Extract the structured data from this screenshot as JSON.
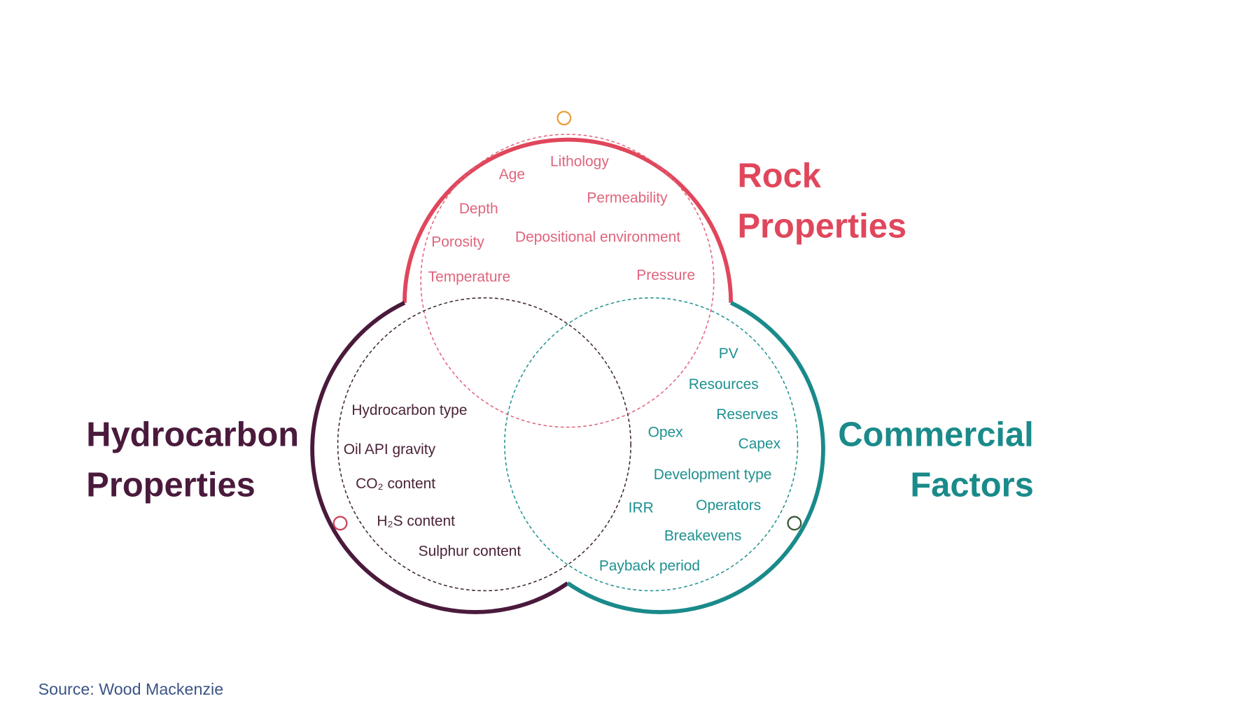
{
  "colors": {
    "rock": "#e0475c",
    "hydrocarbon": "#4a1a3c",
    "commercial": "#1a8a8a",
    "source": "#3b5485"
  },
  "rock": {
    "title_line1": "Rock",
    "title_line2": "Properties",
    "items": [
      "Lithology",
      "Age",
      "Permeability",
      "Depth",
      "Porosity",
      "Depositional environment",
      "Temperature",
      "Pressure"
    ]
  },
  "hydrocarbon": {
    "title_line1": "Hydrocarbon",
    "title_line2": "Properties",
    "items": [
      "Hydrocarbon type",
      "Oil API gravity",
      "CO₂ content",
      "H₂S content",
      "Sulphur content"
    ]
  },
  "commercial": {
    "title_line1": "Commercial",
    "title_line2": "Factors",
    "items": [
      "PV",
      "Resources",
      "Reserves",
      "Opex",
      "Capex",
      "Development type",
      "IRR",
      "Operators",
      "Breakevens",
      "Payback period"
    ]
  },
  "source": "Source: Wood Mackenzie"
}
